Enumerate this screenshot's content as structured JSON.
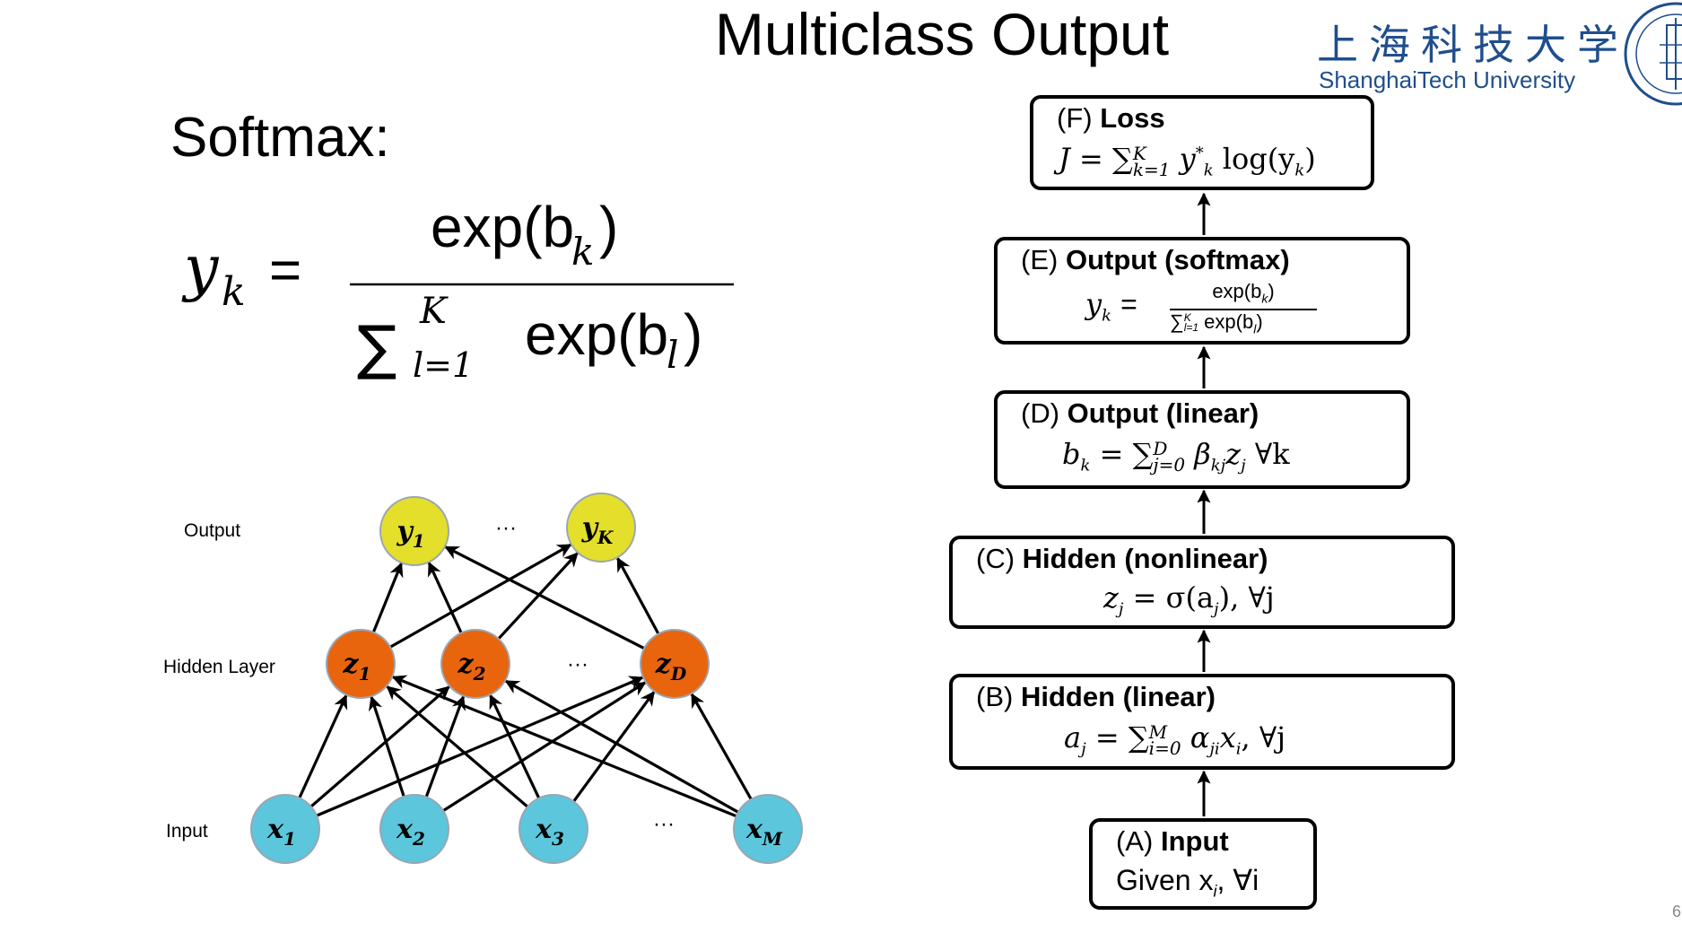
{
  "slide": {
    "title": "Multiclass Output",
    "logo_cn": "上海科技大学",
    "logo_en": "ShanghaiTech University",
    "softmax_label": "Softmax:",
    "page_number": "6"
  },
  "formula": {
    "lhs": "y",
    "lhs_sub": "k",
    "equals": "=",
    "numerator": "exp(b",
    "numerator_sub": "k",
    "numerator_close": ")",
    "sum_symbol": "∑",
    "sum_upper": "K",
    "sum_lower": "l=1",
    "denominator": "exp(b",
    "denominator_sub": "l",
    "denominator_close": ")"
  },
  "network": {
    "layer_labels": [
      "Output",
      "Hidden Layer",
      "Input"
    ],
    "output_nodes": [
      {
        "label": "y",
        "sub": "1"
      },
      {
        "label": "y",
        "sub": "K"
      }
    ],
    "hidden_nodes": [
      {
        "label": "z",
        "sub": "1"
      },
      {
        "label": "z",
        "sub": "2"
      },
      {
        "label": "z",
        "sub": "D"
      }
    ],
    "input_nodes": [
      {
        "label": "x",
        "sub": "1"
      },
      {
        "label": "x",
        "sub": "2"
      },
      {
        "label": "x",
        "sub": "3"
      },
      {
        "label": "x",
        "sub": "M"
      }
    ],
    "ellipsis": "···",
    "colors": {
      "output": "#e3df2a",
      "hidden": "#e8650e",
      "input": "#5bc6dc",
      "node_stroke": "#9aa6b2"
    }
  },
  "pipeline": [
    {
      "key": "F",
      "prefix": "(F)",
      "title": "Loss",
      "eq_parts": [
        "J = ",
        "∑",
        "K",
        "k=1",
        " y",
        "*",
        "k",
        " log(y",
        "k",
        ")"
      ]
    },
    {
      "key": "E",
      "prefix": "(E)",
      "title": "Output (softmax)",
      "eq_lhs": "y",
      "eq_lhs_sub": "k",
      "eq_equals": "=",
      "eq_num": "exp(b",
      "eq_num_sub": "k",
      "eq_num_close": ")",
      "eq_den_sum": "∑",
      "eq_den_upper": "K",
      "eq_den_lower": "l=1",
      "eq_den": "exp(b",
      "eq_den_sub": "l",
      "eq_den_close": ")"
    },
    {
      "key": "D",
      "prefix": "(D)",
      "title": "Output (linear)",
      "eq_parts": [
        "b",
        "k",
        " = ",
        "∑",
        "D",
        "j=0",
        " β",
        "kj",
        "z",
        "j",
        "  ∀k"
      ]
    },
    {
      "key": "C",
      "prefix": "(C)",
      "title": "Hidden (nonlinear)",
      "eq_parts": [
        "z",
        "j",
        " = σ(a",
        "j",
        "), ∀j"
      ]
    },
    {
      "key": "B",
      "prefix": "(B)",
      "title": "Hidden (linear)",
      "eq_parts": [
        "a",
        "j",
        " = ",
        "∑",
        "M",
        "i=0",
        " α",
        "ji",
        "x",
        "i",
        ", ∀j"
      ]
    },
    {
      "key": "A",
      "prefix": "(A)",
      "title": "Input",
      "eq_parts": [
        "Given x",
        "i",
        ", ∀i"
      ]
    }
  ]
}
